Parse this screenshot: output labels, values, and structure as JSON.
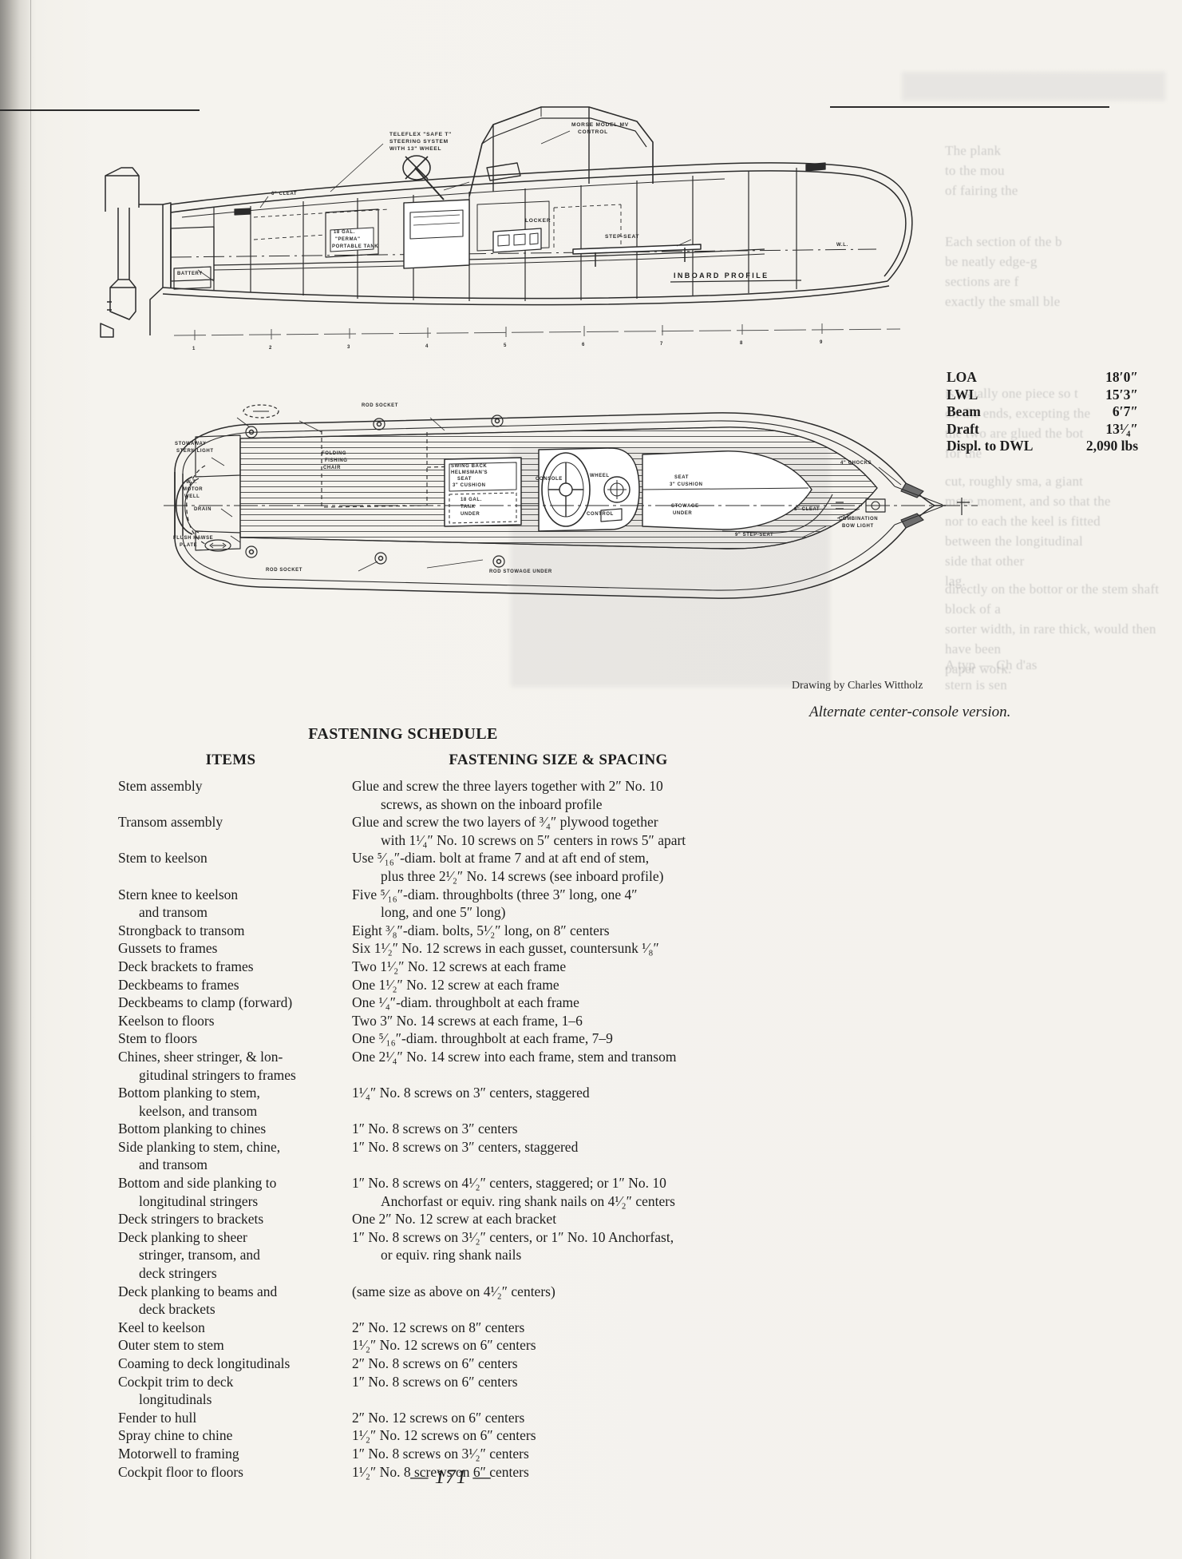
{
  "page": {
    "number": "— 171 —",
    "credit": "Drawing by Charles Wittholz",
    "caption": "Alternate center-console version."
  },
  "specifications": {
    "rows": [
      {
        "label": "LOA",
        "value": "18′0″"
      },
      {
        "label": "LWL",
        "value": "15′3″"
      },
      {
        "label": "Beam",
        "value": "6′7″"
      },
      {
        "label": "Draft",
        "value": "13¹⁄₄″"
      },
      {
        "label": "Displ. to DWL",
        "value": "2,090 lbs"
      }
    ]
  },
  "drawings": {
    "profile": {
      "title": "INBOARD PROFILE",
      "station_numbers": [
        "1",
        "2",
        "3",
        "4",
        "5",
        "6",
        "7",
        "8",
        "9"
      ],
      "labels": [
        "TELEFLEX 'SAFE T' STEERING SYSTEM WITH 13\" WHEEL",
        "MORSE MODEL MV CONTROL",
        "LOCKER",
        "6\" CLEAT",
        "BATTERY",
        "18 GAL. 'PERMA' PORTABLE TANK",
        "STEP-SEAT",
        "W.L."
      ]
    },
    "plan": {
      "labels": [
        "ROD SOCKET",
        "STOWAWAY STERN LIGHT",
        "W.T. MOTOR WELL",
        "FOLDING FISHING CHAIR",
        "DRAIN",
        "FLUSH HAWSE PLATE",
        "ROD SOCKET",
        "ROD STOWAGE UNDER",
        "SWING BACK HELMSMAN'S SEAT 3\" CUSHION",
        "18 GAL. TANK UNDER",
        "CONSOLE",
        "WHEEL",
        "CONTROL",
        "SEAT 3\" CUSHION",
        "STOWAGE UNDER",
        "9\" STEP-SEAT",
        "4\" CHOCKS",
        "8\" CLEAT",
        "COMBINATION BOW LIGHT"
      ]
    }
  },
  "fastening_schedule": {
    "title": "FASTENING SCHEDULE",
    "col_items": "ITEMS",
    "col_spec": "FASTENING SIZE & SPACING",
    "rows": [
      {
        "item": "Stem assembly",
        "item_cont": "",
        "spec": "Glue and screw the three layers together with 2″ No. 10",
        "spec_cont": "screws, as shown on the inboard profile"
      },
      {
        "item": "Transom assembly",
        "item_cont": "",
        "spec": "Glue and screw the two layers of ³⁄₄″ plywood together",
        "spec_cont": "with 1¹⁄₄″ No. 10 screws on 5″ centers in rows 5″ apart"
      },
      {
        "item": "Stem to keelson",
        "item_cont": "",
        "spec": "Use ⁵⁄₁₆″-diam. bolt at frame 7 and at aft end of stem,",
        "spec_cont": "plus three 2¹⁄₂″ No. 14 screws (see inboard profile)"
      },
      {
        "item": "Stern knee to keelson",
        "item_cont": "and transom",
        "spec": "Five ⁵⁄₁₆″-diam. throughbolts (three 3″ long, one 4″",
        "spec_cont": "long, and one 5″ long)"
      },
      {
        "item": "Strongback to transom",
        "item_cont": "",
        "spec": "Eight ³⁄₈″-diam. bolts, 5¹⁄₂″ long, on 8″ centers",
        "spec_cont": ""
      },
      {
        "item": "Gussets to frames",
        "item_cont": "",
        "spec": "Six 1¹⁄₂″ No. 12 screws in each gusset, countersunk ¹⁄₈″",
        "spec_cont": ""
      },
      {
        "item": "Deck brackets to frames",
        "item_cont": "",
        "spec": "Two 1¹⁄₂″ No. 12 screws at each frame",
        "spec_cont": ""
      },
      {
        "item": "Deckbeams to frames",
        "item_cont": "",
        "spec": "One 1¹⁄₂″ No. 12 screw at each frame",
        "spec_cont": ""
      },
      {
        "item": "Deckbeams to clamp (forward)",
        "item_cont": "",
        "spec": "One ¹⁄₄″-diam. throughbolt at each frame",
        "spec_cont": ""
      },
      {
        "item": "Keelson to floors",
        "item_cont": "",
        "spec": "Two 3″ No. 14 screws at each frame, 1–6",
        "spec_cont": ""
      },
      {
        "item": "Stem to floors",
        "item_cont": "",
        "spec": "One ⁵⁄₁₆″-diam. throughbolt at each frame, 7–9",
        "spec_cont": ""
      },
      {
        "item": "Chines, sheer stringer, & lon-",
        "item_cont": "gitudinal stringers to frames",
        "spec": "One 2¹⁄₄″ No. 14 screw into each frame, stem and transom",
        "spec_cont": ""
      },
      {
        "item": "Bottom planking to stem,",
        "item_cont": "keelson, and transom",
        "spec": "1¹⁄₄″ No. 8 screws on 3″ centers, staggered",
        "spec_cont": ""
      },
      {
        "item": "Bottom planking to chines",
        "item_cont": "",
        "spec": "1″ No. 8 screws on 3″ centers",
        "spec_cont": ""
      },
      {
        "item": "Side planking to stem, chine,",
        "item_cont": "and transom",
        "spec": "1″ No. 8 screws on 3″ centers, staggered",
        "spec_cont": ""
      },
      {
        "item": "Bottom and side planking to",
        "item_cont": "longitudinal stringers",
        "spec": "1″ No. 8 screws on 4¹⁄₂″ centers, staggered; or 1″ No. 10",
        "spec_cont": "Anchorfast or equiv. ring shank nails on 4¹⁄₂″ centers"
      },
      {
        "item": "Deck stringers to brackets",
        "item_cont": "",
        "spec": "One 2″ No. 12 screw at each bracket",
        "spec_cont": ""
      },
      {
        "item": "Deck planking to sheer",
        "item_cont": "stringer, transom, and",
        "item_cont2": "deck stringers",
        "spec": "1″ No. 8 screws on 3¹⁄₂″ centers, or 1″ No. 10 Anchorfast,",
        "spec_cont": "or equiv. ring shank nails"
      },
      {
        "item": "Deck planking to beams and",
        "item_cont": "deck brackets",
        "spec": "(same size as above on 4¹⁄₂″ centers)",
        "spec_cont": ""
      },
      {
        "item": "Keel to keelson",
        "item_cont": "",
        "spec": "2″ No. 12 screws on 8″ centers",
        "spec_cont": ""
      },
      {
        "item": "Outer stem to stem",
        "item_cont": "",
        "spec": "1¹⁄₂″ No. 12 screws on 6″ centers",
        "spec_cont": ""
      },
      {
        "item": "Coaming to deck longitudinals",
        "item_cont": "",
        "spec": "2″ No. 8 screws on 6″ centers",
        "spec_cont": ""
      },
      {
        "item": "Cockpit trim to deck",
        "item_cont": "longitudinals",
        "spec": "1″ No. 8 screws on 6″ centers",
        "spec_cont": ""
      },
      {
        "item": "Fender to hull",
        "item_cont": "",
        "spec": "2″ No. 12 screws on 6″ centers",
        "spec_cont": ""
      },
      {
        "item": "Spray chine to chine",
        "item_cont": "",
        "spec": "1¹⁄₂″ No. 12 screws on 6″ centers",
        "spec_cont": ""
      },
      {
        "item": "Motorwell to framing",
        "item_cont": "",
        "spec": "1″ No. 8 screws on 3¹⁄₂″ centers",
        "spec_cont": ""
      },
      {
        "item": "Cockpit floor to floors",
        "item_cont": "",
        "spec": "1¹⁄₂″ No. 8 screws on 6″ centers",
        "spec_cont": ""
      }
    ]
  }
}
